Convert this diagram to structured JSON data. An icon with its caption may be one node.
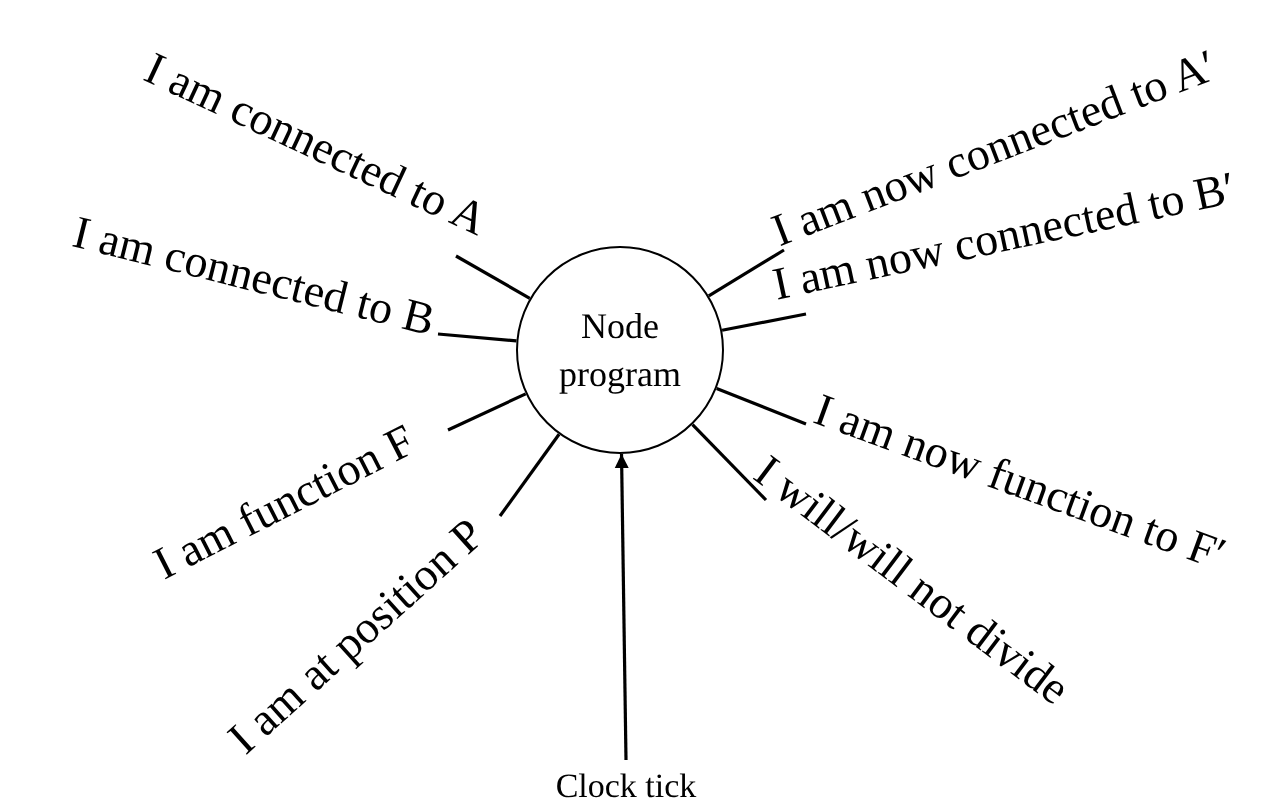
{
  "diagram": {
    "nodes": [
      {
        "text": [
          "Node program"
        ]
      },
      {
        "text": [
          "I am connected to A"
        ]
      },
      {
        "text": [
          "I am connected to B"
        ]
      },
      {
        "text": [
          "I am function F"
        ]
      },
      {
        "text": [
          "I am at position P"
        ]
      },
      {
        "text": [
          "I am now connected to A′"
        ]
      },
      {
        "text": [
          "I am now connected to B′"
        ]
      },
      {
        "text": [
          "I am now function to F′"
        ]
      },
      {
        "text": [
          "I will/will not divide"
        ]
      },
      {
        "text": [
          "Clock tick"
        ]
      }
    ],
    "edges": [
      {
        "from": 1,
        "to": 0,
        "arrow": "none"
      },
      {
        "from": 2,
        "to": 0,
        "arrow": "none"
      },
      {
        "from": 3,
        "to": 0,
        "arrow": "none"
      },
      {
        "from": 4,
        "to": 0,
        "arrow": "none"
      },
      {
        "from": 5,
        "to": 0,
        "arrow": "none"
      },
      {
        "from": 6,
        "to": 0,
        "arrow": "none"
      },
      {
        "from": 7,
        "to": 0,
        "arrow": "none"
      },
      {
        "from": 8,
        "to": 0,
        "arrow": "none"
      },
      {
        "from": 9,
        "to": 0,
        "arrow": "to"
      }
    ]
  }
}
